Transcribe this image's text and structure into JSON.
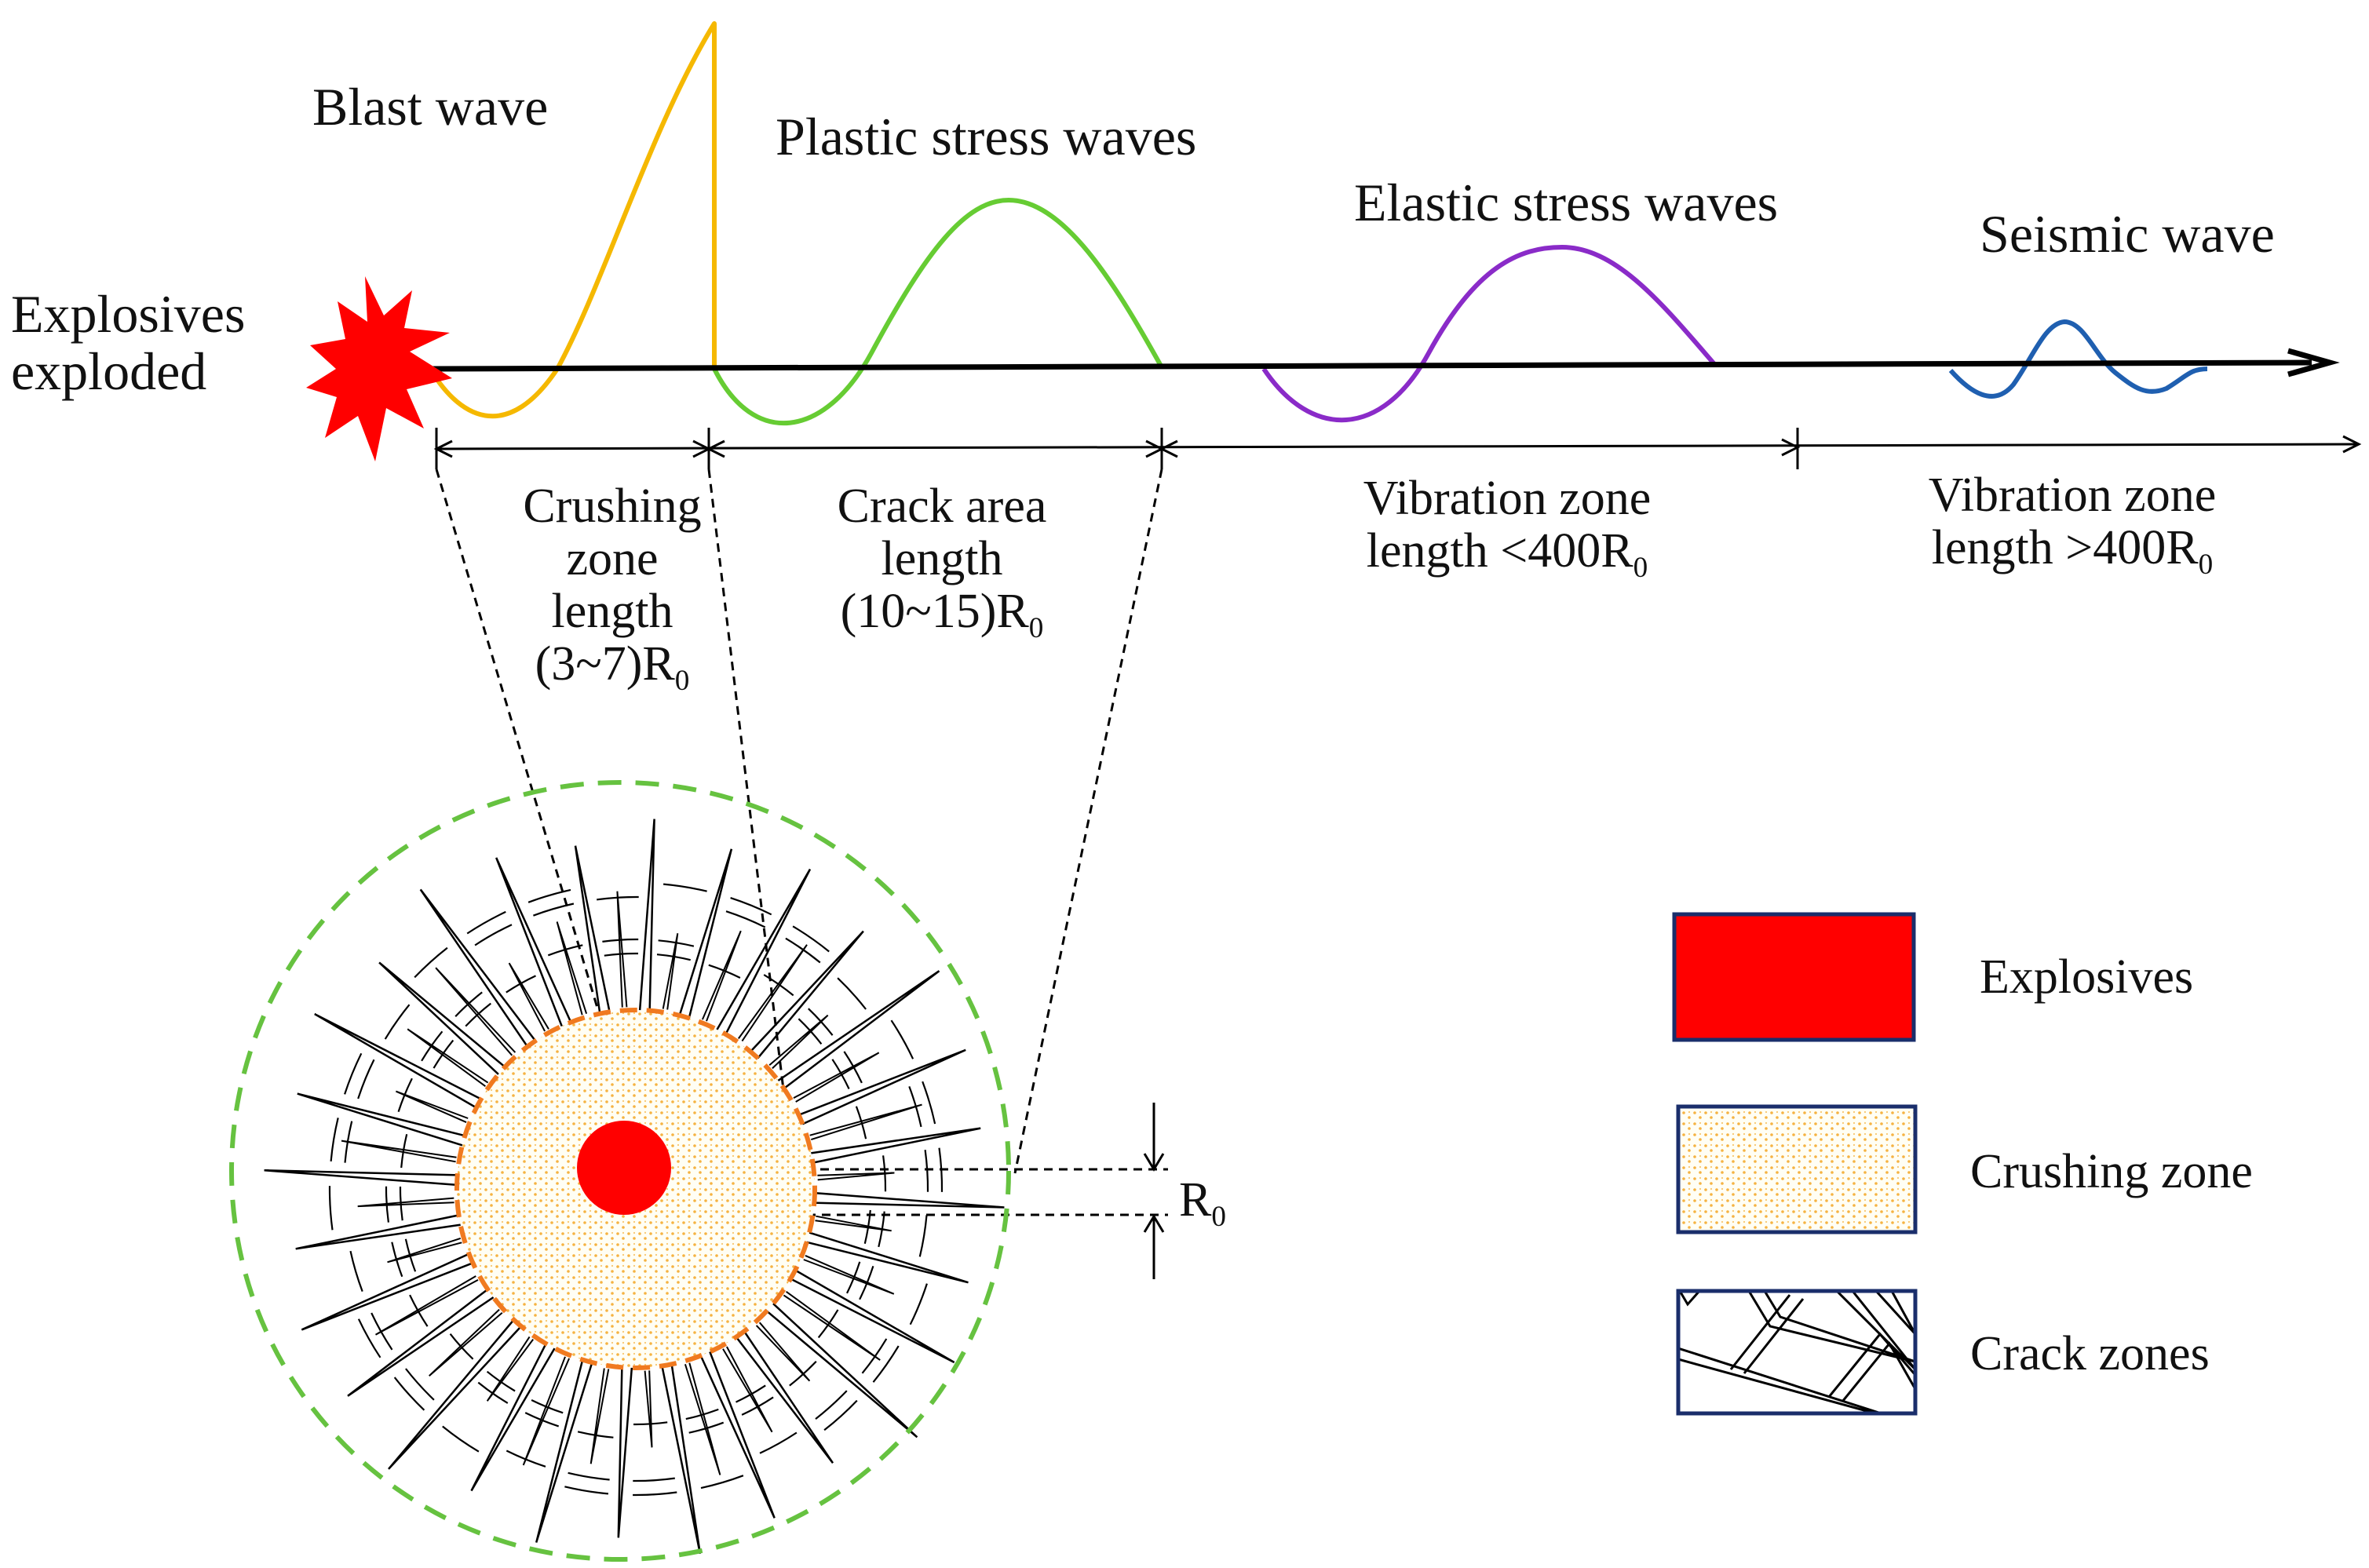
{
  "colors": {
    "blast": "#f5b800",
    "plastic": "#66cc33",
    "elastic": "#8a2bc8",
    "seismic": "#1f5fb0",
    "explosive": "#ff0000",
    "crush_border": "#f07a20",
    "crush_dots": "#f5b342",
    "outer_ring": "#66c240",
    "legend_border": "#1a2e6b",
    "axis": "#000000"
  },
  "waves": {
    "explosives": [
      "Explosives",
      "exploded"
    ],
    "blast": "Blast wave",
    "plastic": "Plastic stress waves",
    "elastic": "Elastic stress waves",
    "seismic": "Seismic wave"
  },
  "zones": {
    "crushing": {
      "lines": [
        "Crushing",
        "zone",
        "length"
      ],
      "range": "(3~7)R",
      "sub": "0"
    },
    "crack": {
      "lines": [
        "Crack area",
        "length"
      ],
      "range": "(10~15)R",
      "sub": "0"
    },
    "vibration_near": {
      "lines": [
        "Vibration zone"
      ],
      "range": "length <400R",
      "sub": "0"
    },
    "vibration_far": {
      "lines": [
        "Vibration zone"
      ],
      "range": "length >400R",
      "sub": "0"
    }
  },
  "radius_label": {
    "text": "R",
    "sub": "0"
  },
  "legend": [
    {
      "label": "Explosives",
      "icon": "red-fill-swatch"
    },
    {
      "label": "Crushing zone",
      "icon": "dotted-fill-swatch"
    },
    {
      "label": "Crack zones",
      "icon": "crack-pattern-swatch"
    }
  ]
}
